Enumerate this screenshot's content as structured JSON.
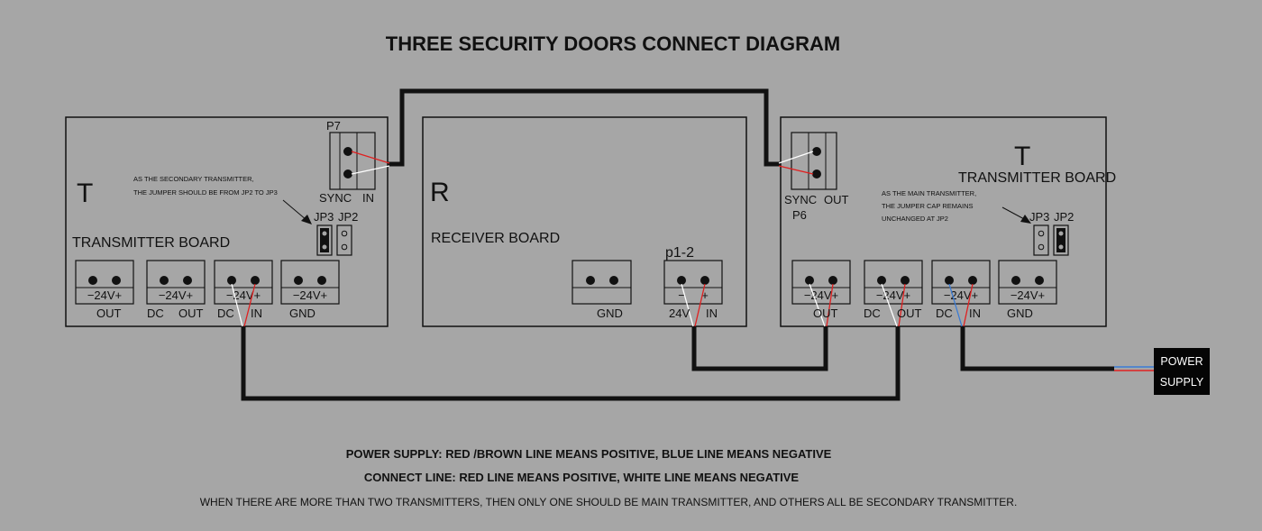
{
  "title": "THREE SECURITY DOORS CONNECT DIAGRAM",
  "left_board": {
    "letter": "T",
    "name": "TRANSMITTER BOARD",
    "note_line1": "AS THE SECONDARY TRANSMITTER,",
    "note_line2": "THE JUMPER SHOULD BE FROM JP2 TO JP3",
    "connector_name": "P7",
    "connector_pins": [
      "SYNC",
      "IN"
    ],
    "jumpers": [
      "JP3",
      "JP2"
    ],
    "terminal_marking": "−24V+",
    "terminal_labels": [
      "OUT",
      "DC",
      "OUT",
      "DC",
      "IN",
      "GND"
    ]
  },
  "receiver_board": {
    "letter": "R",
    "name": "RECEIVER BOARD",
    "connector_name": "p1-2",
    "terminal_marking_left": "−",
    "terminal_marking_right": "+",
    "terminal_labels": [
      "GND",
      "24V",
      "IN"
    ]
  },
  "right_board": {
    "letter": "T",
    "name": "TRANSMITTER BOARD",
    "note_line1": "AS THE MAIN TRANSMITTER,",
    "note_line2": "THE JUMPER CAP REMAINS",
    "note_line3": "UNCHANGED AT JP2",
    "connector_name": "P6",
    "connector_pins": [
      "SYNC",
      "OUT"
    ],
    "jumpers": [
      "JP3",
      "JP2"
    ],
    "terminal_marking": "−24V+",
    "terminal_labels": [
      "OUT",
      "DC",
      "OUT",
      "DC",
      "IN",
      "GND"
    ]
  },
  "power_supply": {
    "line1": "POWER",
    "line2": "SUPPLY"
  },
  "legend": {
    "line1": "POWER SUPPLY: RED /BROWN LINE MEANS POSITIVE, BLUE LINE MEANS NEGATIVE",
    "line2": "CONNECT LINE: RED LINE MEANS POSITIVE, WHITE LINE MEANS NEGATIVE",
    "line3": "WHEN THERE ARE MORE THAN TWO TRANSMITTERS, THEN ONLY ONE SHOULD BE MAIN TRANSMITTER, AND OTHERS ALL BE SECONDARY TRANSMITTER."
  },
  "colors": {
    "background": "#a6a6a6",
    "cable": "#111111",
    "wire_positive": "#e02020",
    "wire_negative": "#ffffff",
    "wire_supply_negative": "#3a7bd5"
  }
}
